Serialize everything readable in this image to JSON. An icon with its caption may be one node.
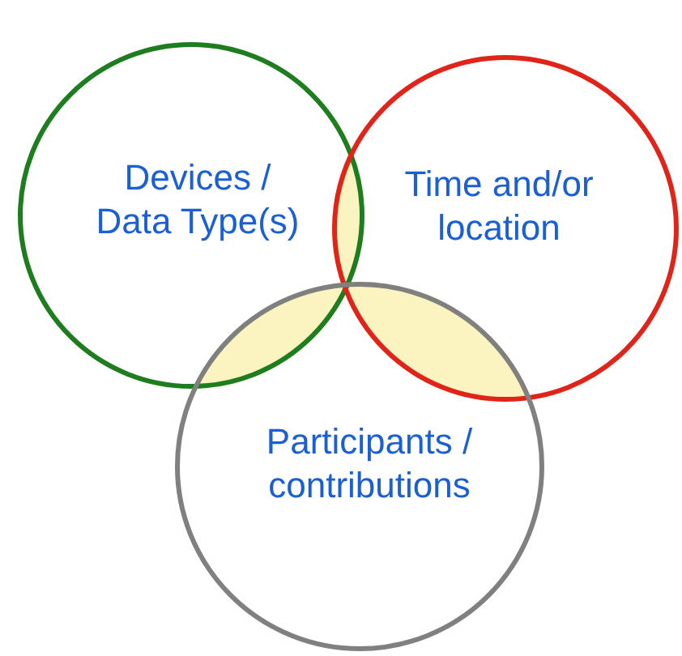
{
  "diagram": {
    "nodes": [
      {
        "text": [
          "Devices / Data Type(s)"
        ]
      },
      {
        "text": [
          "Time and/or location"
        ]
      },
      {
        "text": [
          "Participants / contributions"
        ]
      }
    ]
  }
}
